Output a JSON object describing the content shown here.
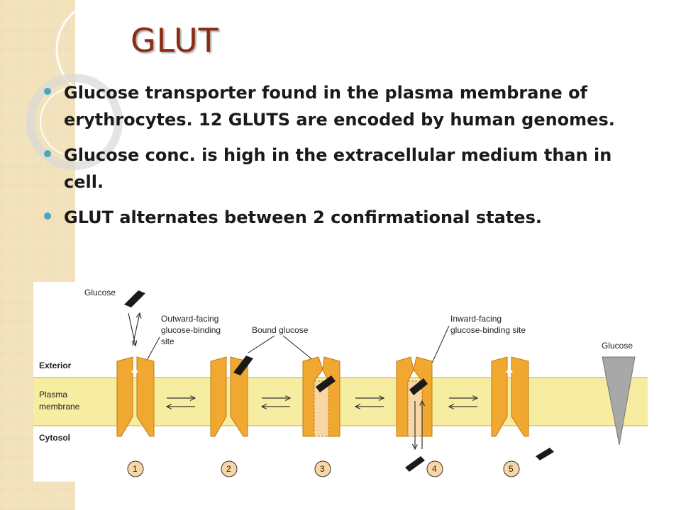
{
  "slide": {
    "title": "GLUT",
    "bullets": [
      "Glucose transporter found in the plasma membrane of erythrocytes. 12 GLUTS are encoded by human genomes.",
      "Glucose conc. is high in the extracellular medium than in cell.",
      "GLUT alternates between 2 confirmational states."
    ]
  },
  "figure": {
    "glucose_label": "Glucose",
    "outward_label": [
      "Outward-facing",
      "glucose-binding",
      "site"
    ],
    "bound_label": "Bound glucose",
    "inward_label": [
      "Inward-facing",
      "glucose-binding site"
    ],
    "gradient_label": "Glucose",
    "exterior_label": "Exterior",
    "membrane_label": [
      "Plasma",
      "membrane"
    ],
    "cytosol_label": "Cytosol",
    "steps": [
      "1",
      "2",
      "3",
      "4",
      "5"
    ],
    "colors": {
      "membrane": "#f6eda0",
      "protein": "#f0a830",
      "protein_light": "#f8d7a4",
      "glucose": "#1a1a1a",
      "gradient": "#a8a8a8"
    }
  }
}
